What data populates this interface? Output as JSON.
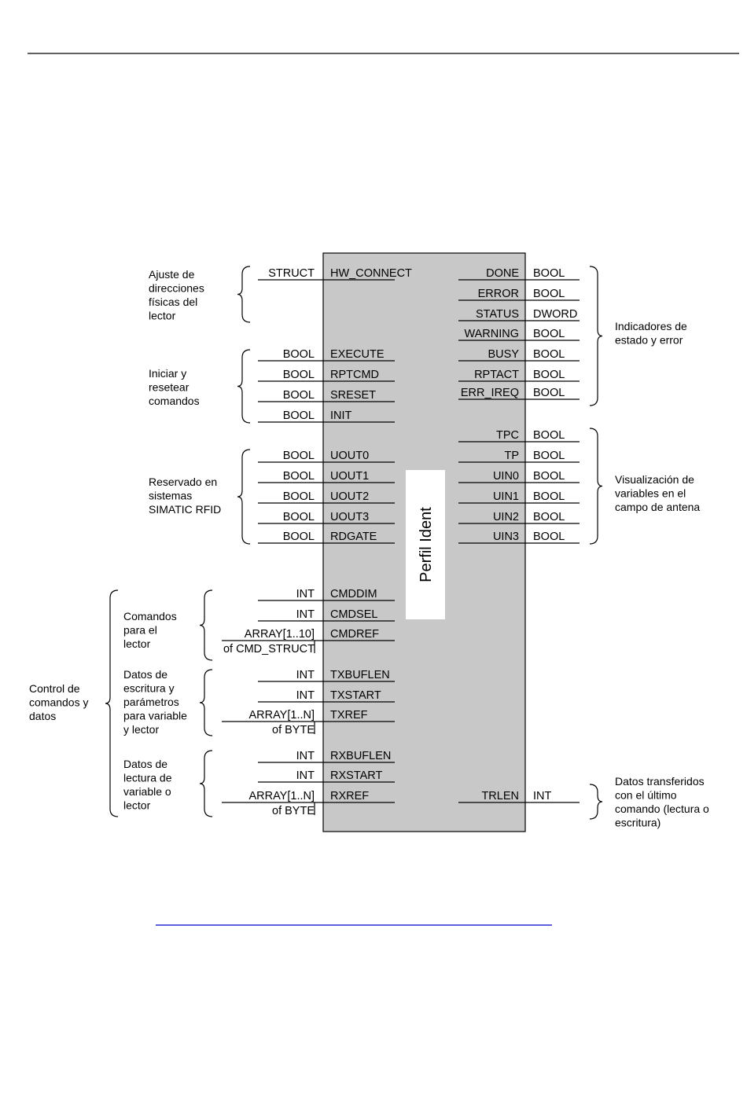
{
  "block": {
    "title": "Perfil Ident",
    "colors": {
      "body_fill": "#c8c8c8",
      "title_box_fill": "#ffffff",
      "line": "#000000",
      "link_underline": "#0000cc"
    }
  },
  "inputs": [
    {
      "type": "STRUCT",
      "name": "HW_CONNECT"
    },
    {
      "type": "BOOL",
      "name": "EXECUTE"
    },
    {
      "type": "BOOL",
      "name": "RPTCMD"
    },
    {
      "type": "BOOL",
      "name": "SRESET"
    },
    {
      "type": "BOOL",
      "name": "INIT"
    },
    {
      "type": "BOOL",
      "name": "UOUT0"
    },
    {
      "type": "BOOL",
      "name": "UOUT1"
    },
    {
      "type": "BOOL",
      "name": "UOUT2"
    },
    {
      "type": "BOOL",
      "name": "UOUT3"
    },
    {
      "type": "BOOL",
      "name": "RDGATE"
    },
    {
      "type": "INT",
      "name": "CMDDIM"
    },
    {
      "type": "INT",
      "name": "CMDSEL"
    },
    {
      "type": "ARRAY[1..10]",
      "type2": "of CMD_STRUCT",
      "name": "CMDREF"
    },
    {
      "type": "INT",
      "name": "TXBUFLEN"
    },
    {
      "type": "INT",
      "name": "TXSTART"
    },
    {
      "type": "ARRAY[1..N]",
      "type2": "of BYTE",
      "name": "TXREF"
    },
    {
      "type": "INT",
      "name": "RXBUFLEN"
    },
    {
      "type": "INT",
      "name": "RXSTART"
    },
    {
      "type": "ARRAY[1..N]",
      "type2": "of BYTE",
      "name": "RXREF"
    }
  ],
  "outputs": [
    {
      "name": "DONE",
      "type": "BOOL"
    },
    {
      "name": "ERROR",
      "type": "BOOL"
    },
    {
      "name": "STATUS",
      "type": "DWORD"
    },
    {
      "name": "WARNING",
      "type": "BOOL"
    },
    {
      "name": "BUSY",
      "type": "BOOL"
    },
    {
      "name": "RPTACT",
      "type": "BOOL"
    },
    {
      "name": "ERR_IREQ",
      "type": "BOOL"
    },
    {
      "name": "TPC",
      "type": "BOOL"
    },
    {
      "name": "TP",
      "type": "BOOL"
    },
    {
      "name": "UIN0",
      "type": "BOOL"
    },
    {
      "name": "UIN1",
      "type": "BOOL"
    },
    {
      "name": "UIN2",
      "type": "BOOL"
    },
    {
      "name": "UIN3",
      "type": "BOOL"
    },
    {
      "name": "TRLEN",
      "type": "INT"
    }
  ],
  "left_groups": [
    {
      "lines": [
        "Ajuste de",
        "direcciones",
        "físicas del",
        "lector"
      ]
    },
    {
      "lines": [
        "Iniciar y",
        "resetear",
        "comandos"
      ]
    },
    {
      "lines": [
        "Reservado en",
        "sistemas",
        "SIMATIC RFID"
      ]
    },
    {
      "lines": [
        "Comandos",
        "para el",
        "lector"
      ]
    },
    {
      "lines": [
        "Datos de",
        "escritura y",
        "parámetros",
        "para variable",
        "y lector"
      ]
    },
    {
      "lines": [
        "Datos de",
        "lectura de",
        "variable o",
        "lector"
      ]
    },
    {
      "lines": [
        "Control de",
        "comandos y",
        "datos"
      ]
    }
  ],
  "right_groups": [
    {
      "lines": [
        "Indicadores de",
        "estado y error"
      ]
    },
    {
      "lines": [
        "Visualización de",
        "variables en el",
        "campo de antena"
      ]
    },
    {
      "lines": [
        "Datos transferidos",
        "con el último",
        "comando (lectura o",
        "escritura)"
      ]
    }
  ]
}
